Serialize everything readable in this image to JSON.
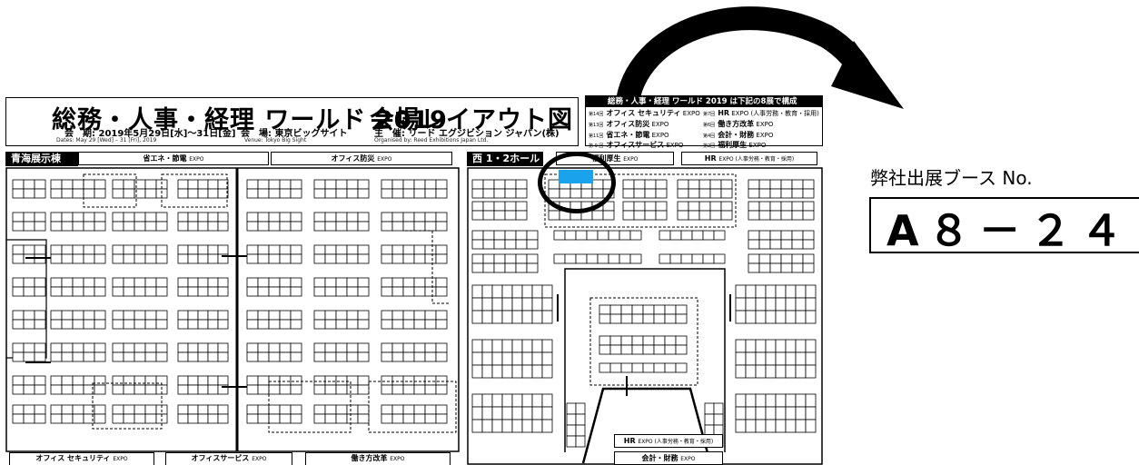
{
  "header": {
    "title": "総務・人事・経理 ワールド 2019",
    "title2": "会場レイアウト図",
    "period_label": "会　期: 2019年5月29日[水]〜31日[金]",
    "period_en": "Dates: May 29 [Wed] – 31 [Fri], 2019",
    "venue_label": "会　場: 東京ビッグサイト",
    "venue_en": "Venue: Tokyo Big Sight",
    "organizer_label": "主　催: リード エグジビション ジャパン(株)",
    "organizer_en": "Organised by: Reed Exhibitions Japan Ltd."
  },
  "infobox": {
    "headline": "総務・人事・経理 ワールド 2019 は下記の8展で構成",
    "col1": [
      {
        "num": "第14回",
        "name": "オフィス セキュリティ",
        "suffix": "EXPO"
      },
      {
        "num": "第13回",
        "name": "オフィス防災",
        "suffix": "EXPO"
      },
      {
        "num": "第11回",
        "name": "省エネ・節電",
        "suffix": "EXPO"
      },
      {
        "num": "第 9 回",
        "name": "オフィスサービス",
        "suffix": "EXPO"
      }
    ],
    "col2": [
      {
        "num": "第7回",
        "name": "HR",
        "suffix": "EXPO (人事労務・教育・採用)"
      },
      {
        "num": "第6回",
        "name": "働き方改革",
        "suffix": "EXPO"
      },
      {
        "num": "第4回",
        "name": "会計・財務",
        "suffix": "EXPO"
      },
      {
        "num": "第2回",
        "name": "福利厚生",
        "suffix": "EXPO"
      }
    ]
  },
  "halls": {
    "left_hall": "青海展示棟",
    "right_hall": "西 1・2ホール"
  },
  "zones_top": {
    "energy": "省エネ・節電",
    "energy_suffix": "EXPO",
    "disaster": "オフィス防災",
    "disaster_suffix": "EXPO",
    "welfare": "福利厚生",
    "welfare_suffix": "EXPO",
    "hr": "HR",
    "hr_suffix": "EXPO (人事労務・教育・採用)"
  },
  "zones_bottom": {
    "security": "オフィス セキュリティ",
    "security_suffix": "EXPO",
    "service": "オフィスサービス",
    "service_suffix": "EXPO",
    "workstyle": "働き方改革",
    "workstyle_suffix": "EXPO"
  },
  "inner_zones": {
    "hr_inner": "HR",
    "hr_inner_suffix": "EXPO (人事労務・教育・採用)",
    "accounting": "会計・財務",
    "accounting_suffix": "EXPO"
  },
  "booth": {
    "caption": "弊社出展ブース No.",
    "number": "A８－２４"
  },
  "colors": {
    "highlight": "#1aa3ec",
    "lines": "#000000"
  }
}
